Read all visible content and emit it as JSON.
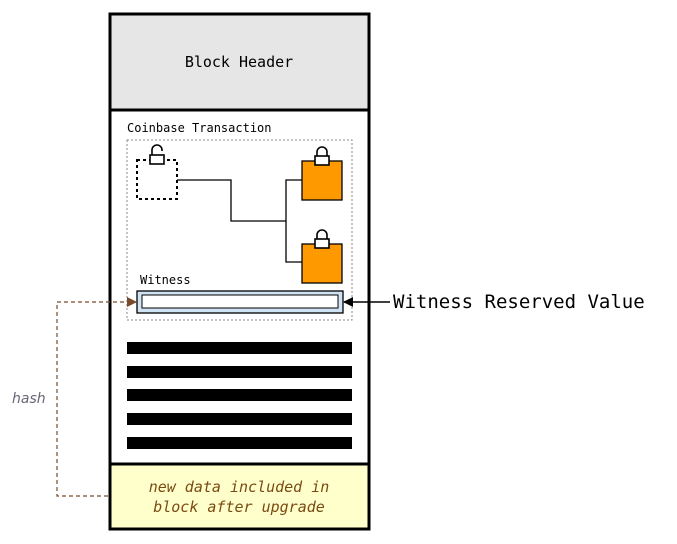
{
  "block": {
    "header_label": "Block Header",
    "coinbase_label": "Coinbase Transaction",
    "witness_label": "Witness",
    "new_data_line1": "new data included in",
    "new_data_line2": "block after upgrade"
  },
  "annotations": {
    "witness_reserved_value": "Witness Reserved Value",
    "hash_label": "hash"
  },
  "icons": {
    "input_lock": "unlocked-padlock-icon",
    "output_lock": "padlock-icon"
  },
  "colors": {
    "header_fill": "#e6e6e6",
    "output_fill": "#ff9900",
    "new_data_fill": "#ffffcc",
    "new_data_text": "#7a4a12",
    "witness_field_fill": "#cfe3f5",
    "hash_line": "#7a4a2a",
    "hash_text": "#666677",
    "tx_bar": "#000000"
  }
}
